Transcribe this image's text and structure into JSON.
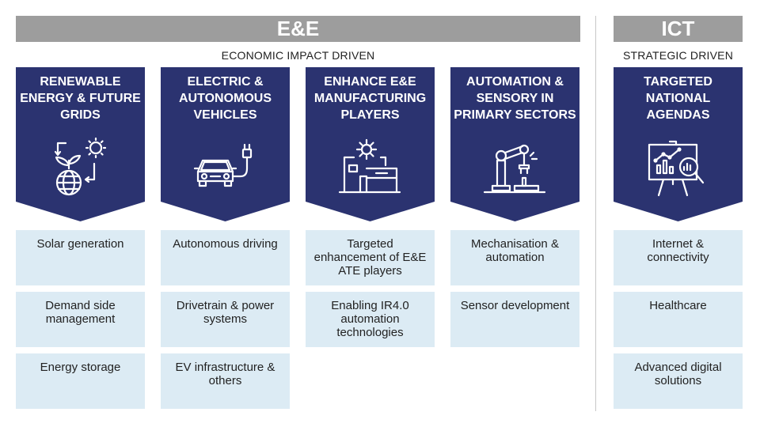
{
  "headers": {
    "ee": "E&E",
    "ee_sub": "ECONOMIC IMPACT DRIVEN",
    "ict": "ICT",
    "ict_sub": "STRATEGIC DRIVEN"
  },
  "colors": {
    "banner": "#2b3370",
    "header": "#9d9d9d",
    "cell": "#dcebf4"
  },
  "columns": [
    {
      "title": "RENEWABLE\nENERGY & FUTURE\nGRIDS",
      "icon": "renewable-energy-icon",
      "items": [
        "Solar generation",
        "Demand side management",
        "Energy storage"
      ]
    },
    {
      "title": "ELECTRIC &\nAUTONOMOUS\nVEHICLES",
      "icon": "electric-car-icon",
      "items": [
        "Autonomous driving",
        "Drivetrain & power systems",
        "EV infrastructure & others"
      ]
    },
    {
      "title": "ENHANCE E&E\nMANUFACTURING\nPLAYERS",
      "icon": "factory-gear-icon",
      "items": [
        "Targeted enhancement of E&E ATE players",
        "Enabling IR4.0 automation technologies"
      ]
    },
    {
      "title": "AUTOMATION &\nSENSORY IN\nPRIMARY SECTORS",
      "icon": "robot-arm-icon",
      "items": [
        "Mechanisation & automation",
        "Sensor development"
      ]
    },
    {
      "title": "TARGETED\nNATIONAL\nAGENDAS",
      "icon": "analytics-board-icon",
      "items": [
        "Internet & connectivity",
        "Healthcare",
        "Advanced digital solutions"
      ]
    }
  ]
}
